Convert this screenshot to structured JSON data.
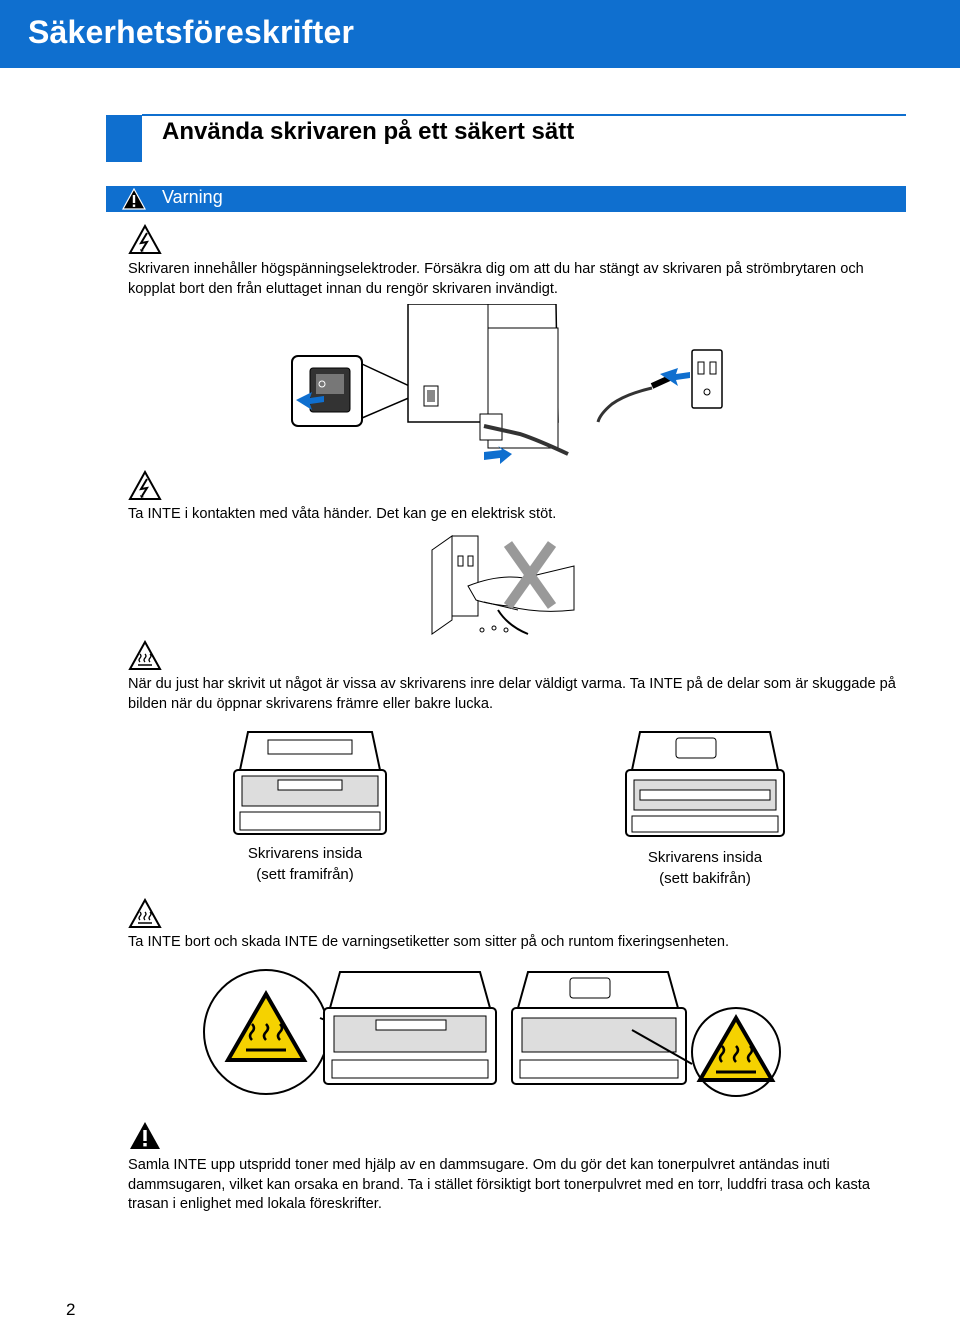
{
  "header": {
    "title": "Säkerhetsföreskrifter",
    "color": "#0f6fcf"
  },
  "section": {
    "title": "Använda skrivaren på ett säkert sätt"
  },
  "warning_bar": {
    "label": "Varning"
  },
  "warnings": [
    {
      "icon": "electric-shock-icon",
      "text": "Skrivaren innehåller högspänningselektroder. Försäkra dig om att du har stängt av skrivaren på strömbrytaren och kopplat bort den från eluttaget innan du rengör skrivaren invändigt."
    },
    {
      "icon": "electric-shock-icon",
      "text": "Ta INTE i kontakten med våta händer. Det kan ge en elektrisk stöt."
    },
    {
      "icon": "hot-surface-icon",
      "text": "När du just har skrivit ut något är vissa av skrivarens inre delar väldigt varma. Ta INTE på de delar som är skuggade på bilden när du öppnar skrivarens främre eller bakre lucka."
    },
    {
      "icon": "hot-surface-icon",
      "text": "Ta INTE bort och skada INTE de varningsetiketter som sitter på och runtom fixeringsenheten."
    },
    {
      "icon": "warning-icon",
      "text": "Samla INTE upp utspridd toner med hjälp av en dammsugare. Om du gör det kan tonerpulvret antändas inuti dammsugaren, vilket kan orsaka en brand. Ta i stället försiktigt bort tonerpulvret med en torr, luddfri trasa och kasta trasan i enlighet med lokala föreskrifter."
    }
  ],
  "captions": {
    "front_line1": "Skrivarens insida",
    "front_line2": "(sett framifrån)",
    "back_line1": "Skrivarens insida",
    "back_line2": "(sett bakifrån)"
  },
  "page_number": "2",
  "colors": {
    "accent": "#0f6fcf",
    "hazard_yellow": "#f5d200"
  }
}
